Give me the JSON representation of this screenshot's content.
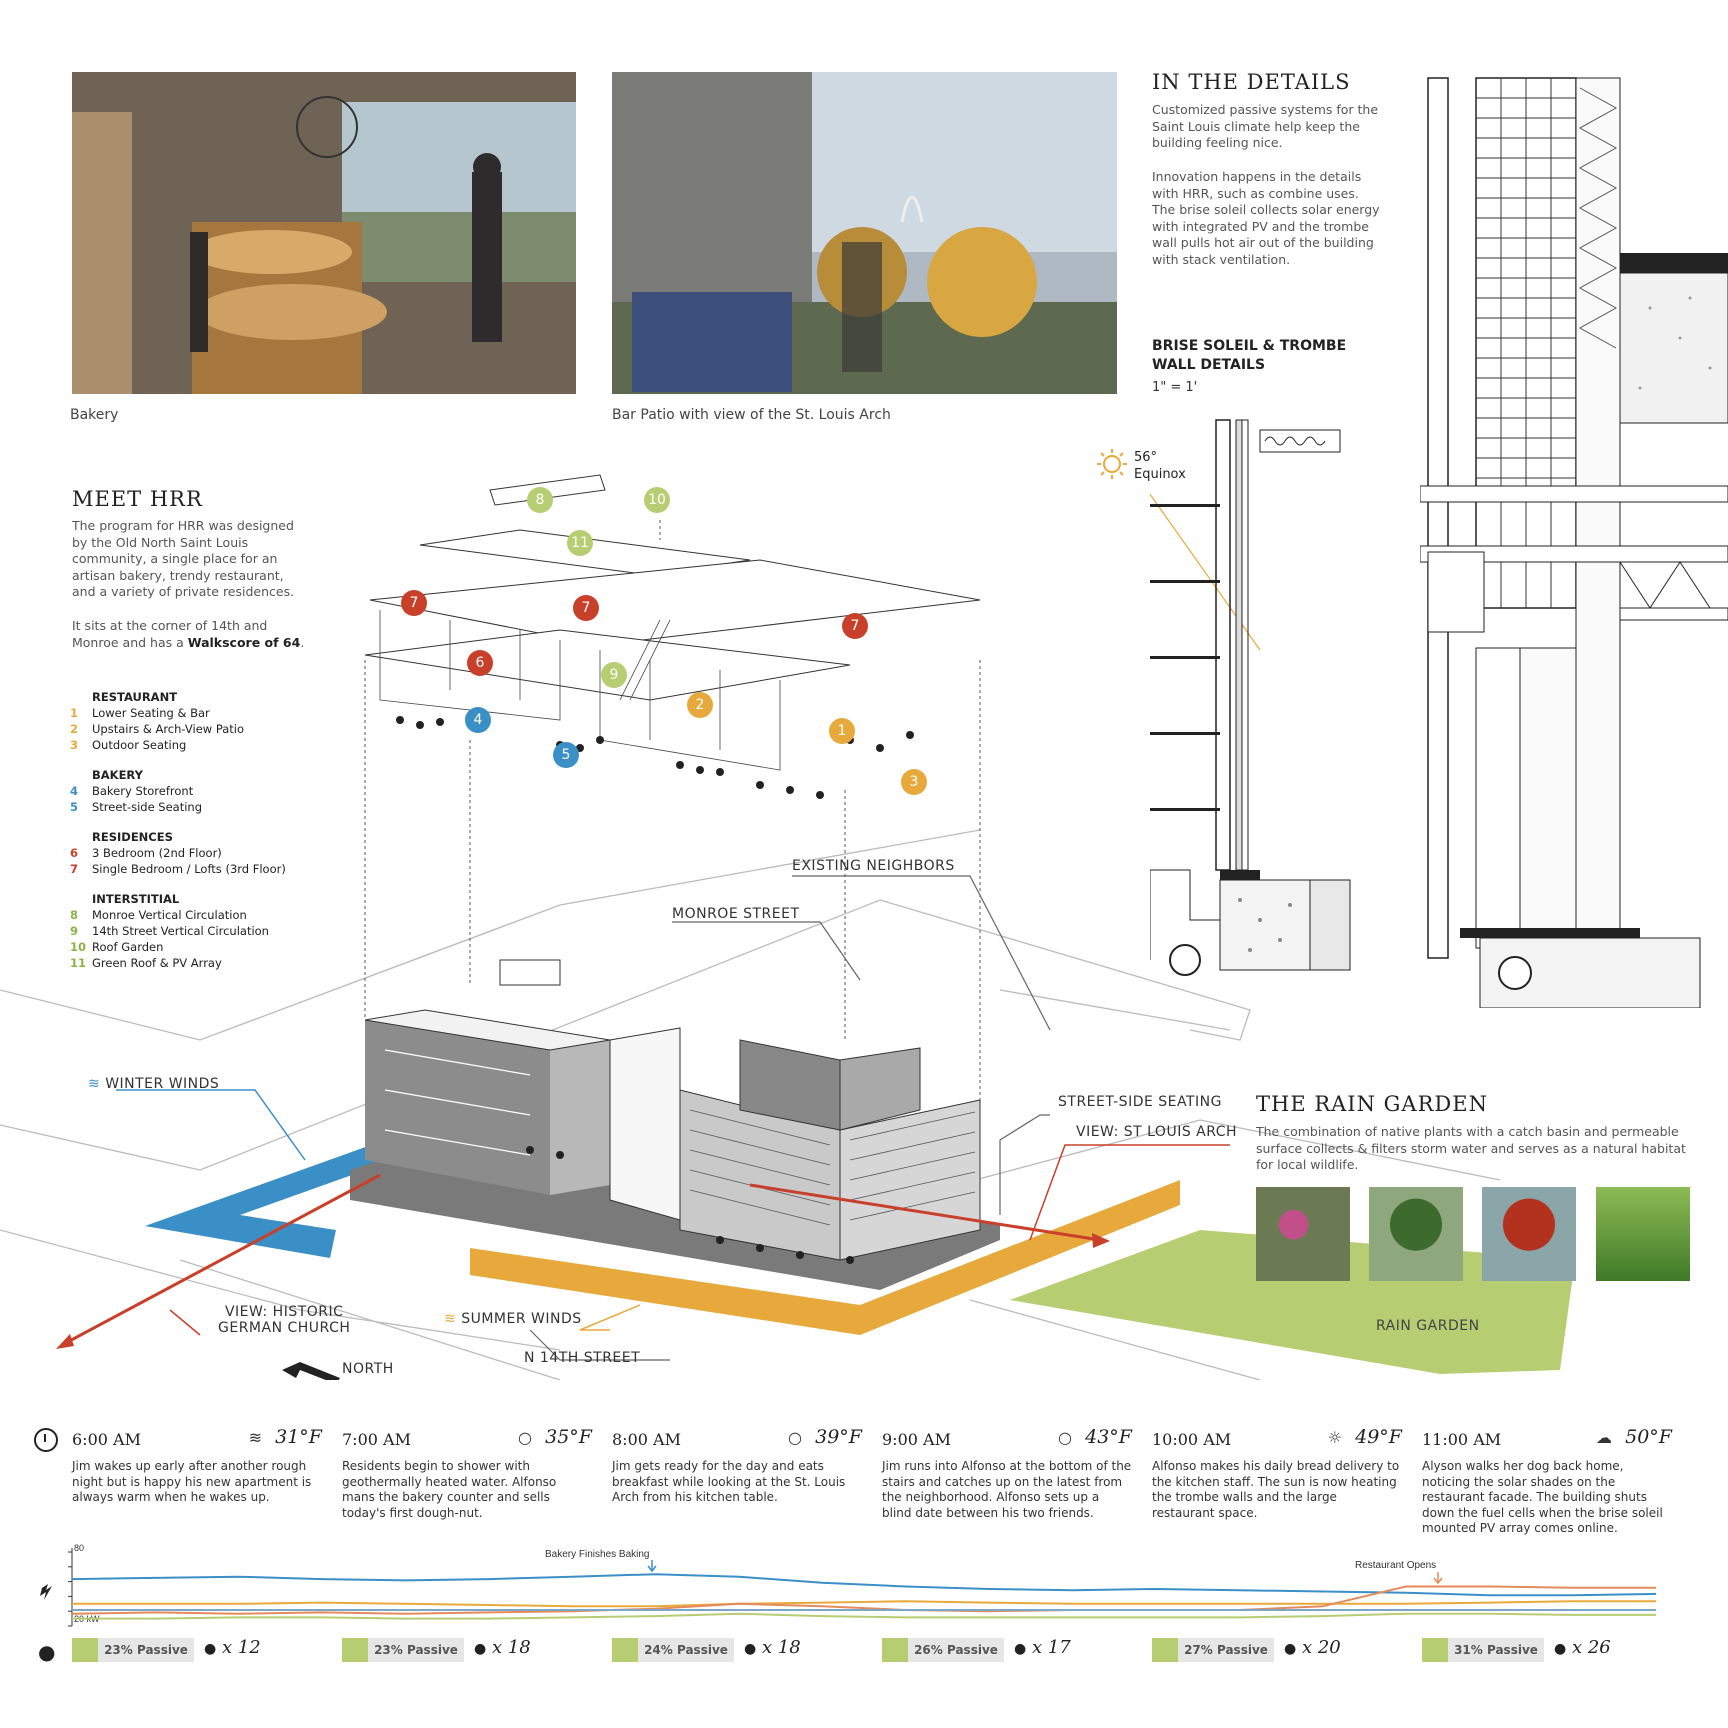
{
  "photos": {
    "bakery_caption": "Bakery",
    "patio_caption": "Bar Patio with view of the St. Louis Arch"
  },
  "details": {
    "title": "IN THE DETAILS",
    "para1": "Customized passive systems for the Saint Louis climate help keep the building feeling nice.",
    "para2": "Innovation happens in the details with HRR, such as combine uses. The brise soleil collects solar energy with integrated PV and the trombe wall pulls hot air out of the building with stack ventilation.",
    "sub_title_1": "BRISE SOLEIL & TROMBE",
    "sub_title_2": "WALL DETAILS",
    "scale": "1\" = 1'",
    "sun_angle": "56°",
    "sun_label": "Equinox"
  },
  "meet": {
    "title": "MEET HRR",
    "para1": "The program for HRR was designed by the Old North Saint Louis community, a single place for an artisan bakery, trendy restaurant, and a variety of private residences.",
    "para2_pre": "It sits at the corner of 14th and Monroe and has a ",
    "para2_bold": "Walkscore of 64",
    "para2_post": "."
  },
  "legend": [
    {
      "head": "RESTAURANT",
      "items": [
        {
          "num": "1",
          "label": "Lower Seating & Bar",
          "color": "#e8a93c"
        },
        {
          "num": "2",
          "label": "Upstairs & Arch-View Patio",
          "color": "#e8a93c"
        },
        {
          "num": "3",
          "label": "Outdoor Seating",
          "color": "#e8a93c"
        }
      ]
    },
    {
      "head": "BAKERY",
      "items": [
        {
          "num": "4",
          "label": "Bakery Storefront",
          "color": "#3a8fc7"
        },
        {
          "num": "5",
          "label": "Street-side Seating",
          "color": "#3a8fc7"
        }
      ]
    },
    {
      "head": "RESIDENCES",
      "items": [
        {
          "num": "6",
          "label": "3 Bedroom (2nd Floor)",
          "color": "#c8402a"
        },
        {
          "num": "7",
          "label": "Single Bedroom / Lofts (3rd Floor)",
          "color": "#c8402a"
        }
      ]
    },
    {
      "head": "INTERSTITIAL",
      "items": [
        {
          "num": "8",
          "label": "Monroe Vertical Circulation",
          "color": "#8ab448"
        },
        {
          "num": "9",
          "label": "14th Street Vertical Circulation",
          "color": "#8ab448"
        },
        {
          "num": "10",
          "label": "Roof Garden",
          "color": "#8ab448"
        },
        {
          "num": "11",
          "label": "Green Roof & PV Array",
          "color": "#8ab448"
        }
      ]
    }
  ],
  "markers": {
    "m1": "1",
    "m2": "2",
    "m3": "3",
    "m4": "4",
    "m5": "5",
    "m6": "6",
    "m7a": "7",
    "m7b": "7",
    "m7c": "7",
    "m8": "8",
    "m9": "9",
    "m10": "10",
    "m11": "11"
  },
  "site": {
    "existing_neighbors": "EXISTING NEIGHBORS",
    "monroe_street": "MONROE STREET",
    "winter_winds": "WINTER WINDS",
    "street_side_seating": "STREET-SIDE SEATING",
    "view_arch": "VIEW: ST LOUIS ARCH",
    "view_church_1": "VIEW: HISTORIC",
    "view_church_2": "GERMAN CHURCH",
    "summer_winds": "SUMMER WINDS",
    "n14th": "N 14TH STREET",
    "north": "NORTH",
    "rain_garden_label": "RAIN GARDEN"
  },
  "rain_garden": {
    "title": "THE RAIN GARDEN",
    "text": "The combination of native plants with a catch basin and permeable surface collects & filters storm water and serves as a natural habitat for local wildlife."
  },
  "timeline": [
    {
      "time": "6:00 AM",
      "temp": "31°F",
      "icon": "wind-icon",
      "desc": "Jim wakes up early after another rough night but is happy his new apartment is always warm when he wakes up.",
      "passive": "23% Passive",
      "people": "x 12"
    },
    {
      "time": "7:00 AM",
      "temp": "35°F",
      "icon": "clear-icon",
      "desc": "Residents begin to shower with geothermally heated water. Alfonso mans the bakery counter and sells today's first dough-nut.",
      "passive": "23% Passive",
      "people": "x 18"
    },
    {
      "time": "8:00 AM",
      "temp": "39°F",
      "icon": "clear-icon",
      "desc": "Jim gets ready for the day and eats breakfast while looking at the St. Louis Arch from his kitchen table.",
      "passive": "24% Passive",
      "people": "x 18"
    },
    {
      "time": "9:00 AM",
      "temp": "43°F",
      "icon": "clear-icon",
      "desc": "Jim runs into Alfonso at the bottom of the stairs and catches up on the latest from the neighborhood. Alfonso sets up a blind date between his two friends.",
      "passive": "26% Passive",
      "people": "x 17"
    },
    {
      "time": "10:00 AM",
      "temp": "49°F",
      "icon": "partly-sunny-icon",
      "desc": "Alfonso makes his daily bread delivery to the kitchen staff. The sun is now heating the trombe walls and the large restaurant space.",
      "passive": "27% Passive",
      "people": "x 20"
    },
    {
      "time": "11:00 AM",
      "temp": "50°F",
      "icon": "cloud-icon",
      "desc": "Alyson walks her dog back home, noticing the solar shades on the restaurant facade. The building shuts down the fuel cells when the brise soleil mounted PV array comes online.",
      "passive": "31% Passive",
      "people": "x 26"
    }
  ],
  "chart_data": {
    "type": "line",
    "ylabels": [
      "80",
      "20 kW"
    ],
    "annotations": [
      "Bakery Finishes Baking",
      "Restaurant Opens"
    ],
    "series": [
      {
        "color": "#3a8fc7",
        "values": [
          58,
          59,
          60,
          58,
          57,
          58,
          60,
          62,
          60,
          55,
          52,
          50,
          49,
          50,
          49,
          48,
          47,
          45,
          45,
          46
        ]
      },
      {
        "color": "#e8a93c",
        "values": [
          38,
          38,
          38,
          39,
          38,
          37,
          36,
          36,
          38,
          39,
          40,
          39,
          38,
          38,
          38,
          38,
          38,
          39,
          40,
          40
        ]
      },
      {
        "color": "#e58a5a",
        "values": [
          30,
          31,
          30,
          31,
          30,
          31,
          32,
          34,
          38,
          36,
          33,
          32,
          33,
          33,
          33,
          36,
          52,
          52,
          51,
          51
        ]
      },
      {
        "color": "#b7cd72",
        "values": [
          26,
          26,
          27,
          27,
          26,
          26,
          27,
          28,
          30,
          28,
          27,
          27,
          27,
          27,
          27,
          28,
          30,
          30,
          29,
          29
        ]
      },
      {
        "color": "#7aa6c7",
        "values": [
          33,
          33,
          33,
          33,
          33,
          33,
          33,
          33,
          33,
          33,
          33,
          33,
          33,
          33,
          33,
          33,
          33,
          33,
          33,
          33
        ]
      }
    ]
  }
}
